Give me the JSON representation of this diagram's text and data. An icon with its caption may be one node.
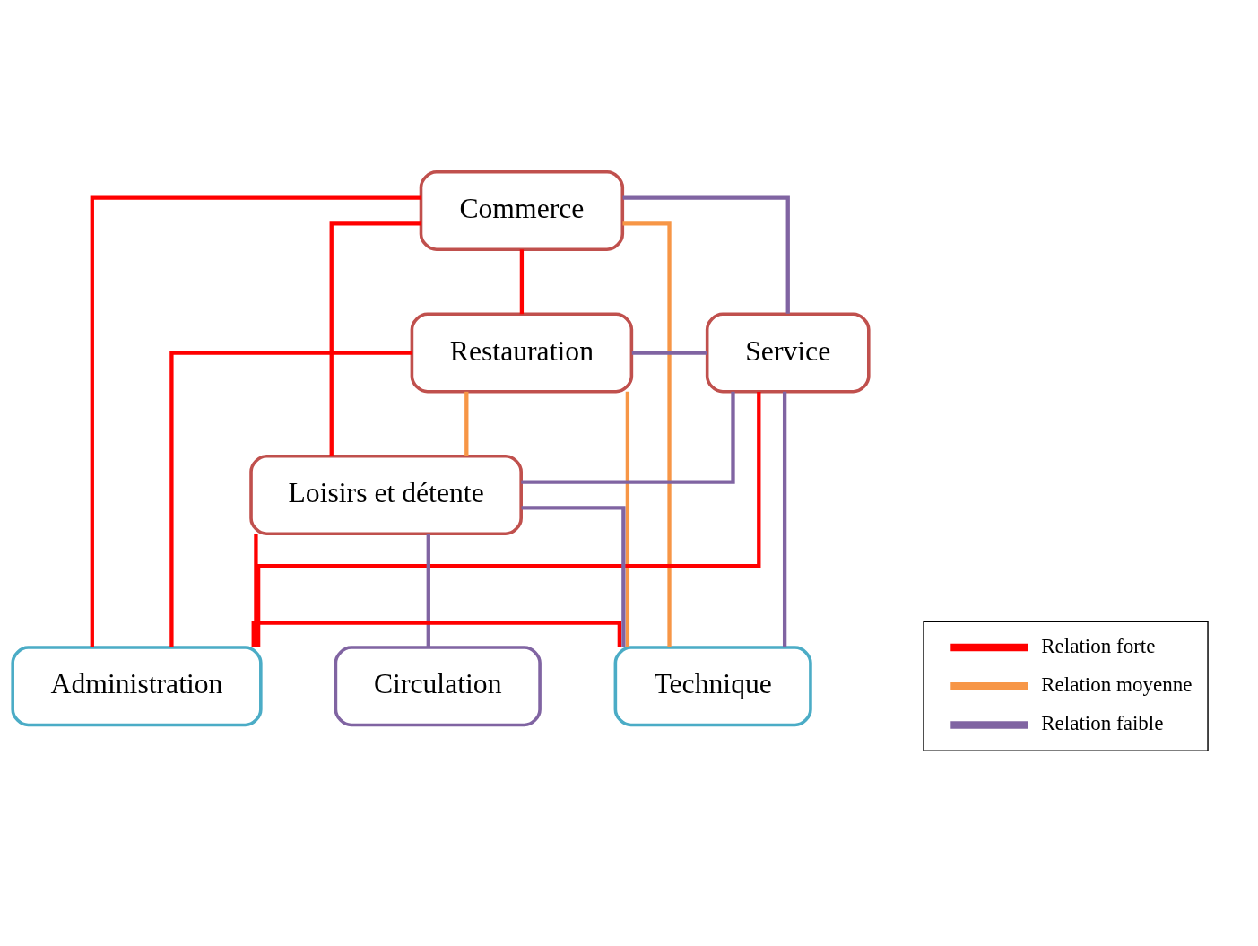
{
  "diagram": {
    "nodes": [
      {
        "text": [
          "Commerce"
        ]
      },
      {
        "text": [
          "Restauration"
        ]
      },
      {
        "text": [
          "Service"
        ]
      },
      {
        "text": [
          "Loisirs et détente"
        ]
      },
      {
        "text": [
          "Administration"
        ]
      },
      {
        "text": [
          "Technique"
        ]
      },
      {
        "text": [
          "Circulation"
        ]
      }
    ],
    "edges": [
      {
        "from": 1,
        "to": 2,
        "arrow": "none",
        "color": "#8064a2"
      },
      {
        "from": 0,
        "to": 1,
        "arrow": "none",
        "color": "#ff0000"
      },
      {
        "from": 0,
        "to": 2,
        "arrow": "none",
        "color": "#8064a2"
      },
      {
        "from": 0,
        "to": 4,
        "arrow": "none",
        "color": "#ff0000"
      },
      {
        "from": 0,
        "to": 3,
        "arrow": "none",
        "color": "#ff0000"
      },
      {
        "from": 0,
        "to": 5,
        "arrow": "none",
        "color": "#f79646"
      },
      {
        "from": 1,
        "to": 5,
        "arrow": "none",
        "color": "#f79646"
      },
      {
        "from": 1,
        "to": 4,
        "arrow": "none",
        "color": "#ff0000"
      },
      {
        "from": 1,
        "to": 3,
        "arrow": "none",
        "color": "#f79646"
      },
      {
        "from": 2,
        "to": 4,
        "arrow": "none",
        "color": "#ff0000"
      },
      {
        "from": 2,
        "to": 3,
        "arrow": "none",
        "color": "#8064a2"
      },
      {
        "from": 2,
        "to": 5,
        "arrow": "none",
        "color": "#8064a2"
      },
      {
        "from": 3,
        "to": 4,
        "arrow": "none",
        "color": "#ff0000"
      },
      {
        "from": 3,
        "to": 6,
        "arrow": "none",
        "color": "#8064a2"
      },
      {
        "from": 3,
        "to": 5,
        "arrow": "none",
        "color": "#8064a2"
      },
      {
        "from": 4,
        "to": 5,
        "arrow": "none",
        "color": "#ff0000"
      }
    ],
    "legend": [
      {
        "text": "Relation forte",
        "color": "#ff0000"
      },
      {
        "text": "Relation moyenne",
        "color": "#f79646"
      },
      {
        "text": "Relation faible",
        "color": "#8064a2"
      }
    ]
  }
}
